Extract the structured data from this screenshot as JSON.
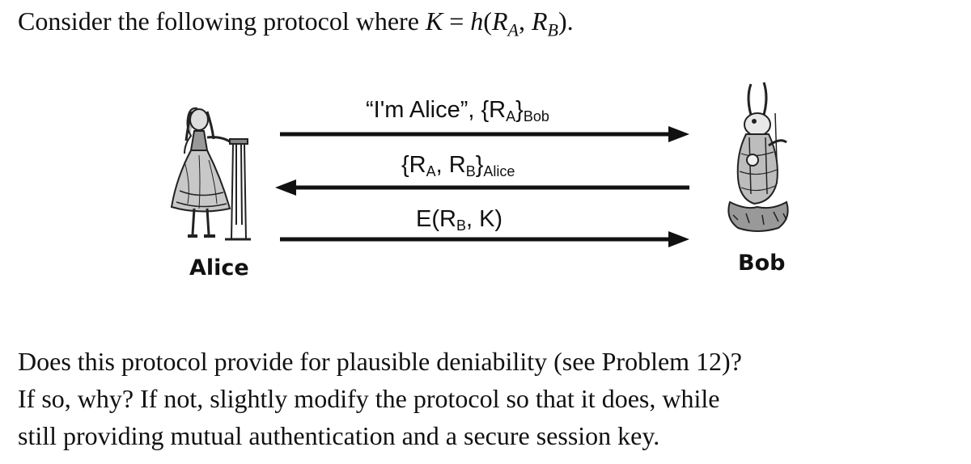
{
  "intro": {
    "text": "Consider the following protocol where ",
    "K": "K",
    "equals": " = ",
    "h": "h",
    "open": "(",
    "R1": "R",
    "sub1": "A",
    "comma": ", ",
    "R2": "R",
    "sub2": "B",
    "close": ")."
  },
  "figure": {
    "messages": [
      {
        "text": "“I'm Alice”, {R",
        "sub": "A",
        "after": "}",
        "sub2": "Bob",
        "direction": "right"
      },
      {
        "text": "{R",
        "sub": "A",
        "mid": ", R",
        "sub_b": "B",
        "after": "}",
        "sub2": "Alice",
        "direction": "left"
      },
      {
        "text": "E(R",
        "sub": "B",
        "after": ", K)",
        "direction": "right"
      }
    ],
    "alice_label": "Alice",
    "bob_label": "Bob"
  },
  "question": {
    "line1": "Does this protocol provide for plausible deniability (see Problem 12)?",
    "line2": "If so, why?  If not, slightly modify the protocol so that it does, while",
    "line3": "still providing mutual authentication and a secure session key."
  }
}
